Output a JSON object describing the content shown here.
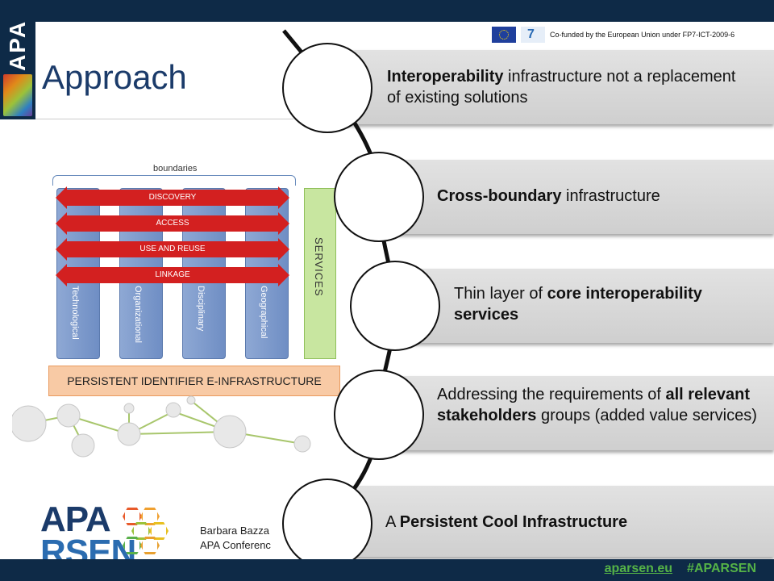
{
  "slide": {
    "title": "Approach",
    "cofund_text": "Co-funded by the European Union under FP7-ICT-2009-6",
    "header_logo_text": "APA"
  },
  "diagram": {
    "boundaries_label": "boundaries",
    "columns": [
      "Technological",
      "Organizational",
      "Disciplinary",
      "Geographical"
    ],
    "arrows": [
      "DISCOVERY",
      "ACCESS",
      "USE AND REUSE",
      "LINKAGE"
    ],
    "services_label": "SERVICES",
    "infrastructure_label": "PERSISTENT IDENTIFIER E-INFRASTRUCTURE"
  },
  "steps": [
    {
      "bold": "Interoperability",
      "rest": " infrastructure not a replacement of existing solutions"
    },
    {
      "bold": "Cross-boundary",
      "rest": " infrastructure"
    },
    {
      "pre": "Thin layer of ",
      "bold": "core interoperability services",
      "rest": ""
    },
    {
      "pre": "Addressing the requirements of ",
      "bold": "all relevant stakeholders",
      "rest": " groups (added value services)"
    },
    {
      "pre": "A ",
      "bold": "Persistent Cool Infrastructure",
      "rest": ""
    }
  ],
  "footer": {
    "logo_top": "APA",
    "logo_bottom": "RSEN",
    "presenter_line1": "Barbara Bazza",
    "presenter_line2": "APA Conferenc",
    "link": "aparsen.eu",
    "hashtag": "#APARSEN"
  }
}
